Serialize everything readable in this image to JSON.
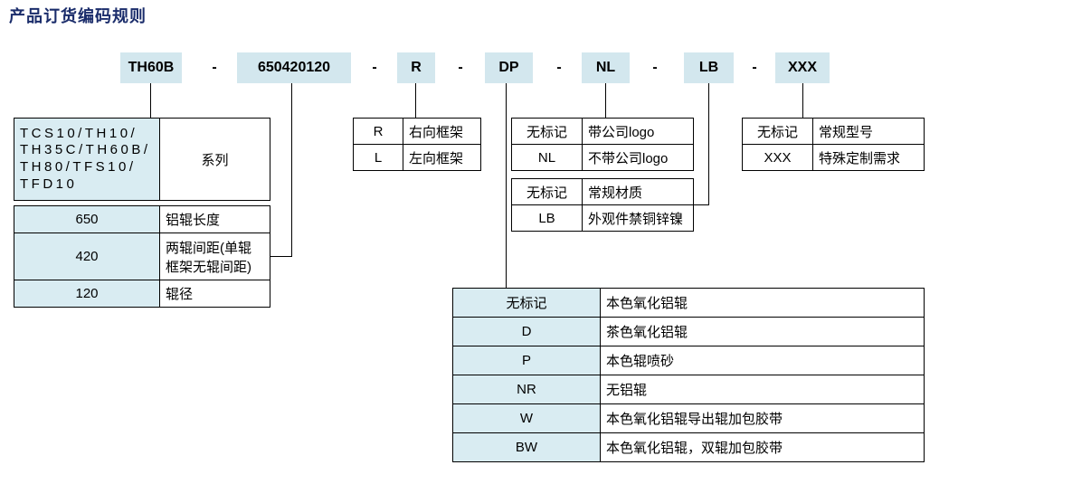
{
  "page_title": "产品订货编码规则",
  "colors": {
    "accent_bg": "#d3e7ee",
    "table_key_bg": "#d9ecf2",
    "title_color": "#1b2d6b",
    "border": "#000000"
  },
  "code": {
    "segments": [
      "TH60B",
      "650420120",
      "R",
      "DP",
      "NL",
      "LB",
      "XXX"
    ],
    "separator": "-"
  },
  "tables": {
    "series": {
      "key": "TCS10/TH10/\nTH35C/TH60B/\nTH80/TFS10/\nTFD10",
      "label": "系列"
    },
    "dimensions": {
      "rows": [
        {
          "key": "650",
          "label": "铝辊长度"
        },
        {
          "key": "420",
          "label": "两辊间距(单辊\n框架无辊间距)"
        },
        {
          "key": "120",
          "label": "辊径"
        }
      ]
    },
    "frame": {
      "rows": [
        {
          "key": "R",
          "label": "右向框架"
        },
        {
          "key": "L",
          "label": "左向框架"
        }
      ]
    },
    "logo": {
      "rows": [
        {
          "key": "无标记",
          "label": "带公司logo"
        },
        {
          "key": "NL",
          "label": "不带公司logo"
        }
      ]
    },
    "material": {
      "rows": [
        {
          "key": "无标记",
          "label": "常规材质"
        },
        {
          "key": "LB",
          "label": "外观件禁铜锌镍"
        }
      ]
    },
    "model": {
      "rows": [
        {
          "key": "无标记",
          "label": "常规型号"
        },
        {
          "key": "XXX",
          "label": "特殊定制需求"
        }
      ]
    },
    "roller": {
      "rows": [
        {
          "key": "无标记",
          "label": "本色氧化铝辊"
        },
        {
          "key": "D",
          "label": "茶色氧化铝辊"
        },
        {
          "key": "P",
          "label": "本色辊喷砂"
        },
        {
          "key": "NR",
          "label": "无铝辊"
        },
        {
          "key": "W",
          "label": "本色氧化铝辊导出辊加包胶带"
        },
        {
          "key": "BW",
          "label": "本色氧化铝辊，双辊加包胶带"
        }
      ]
    }
  }
}
